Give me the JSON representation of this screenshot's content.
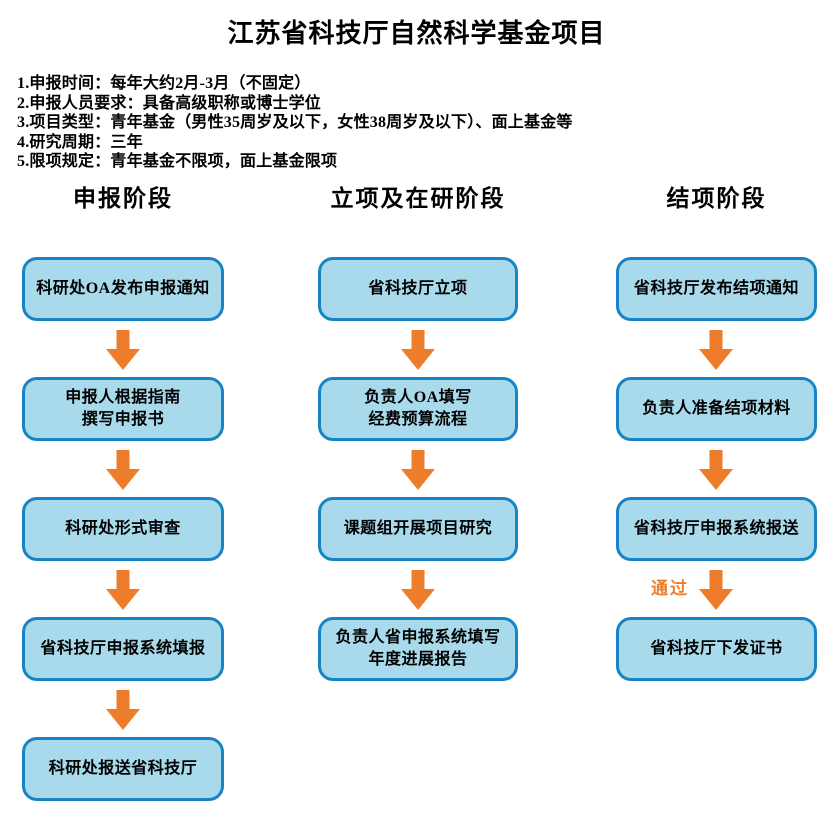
{
  "title": "江苏省科技厅自然科学基金项目",
  "notes": [
    "1.申报时间：每年大约2月-3月（不固定）",
    "2.申报人员要求：具备高级职称或博士学位",
    "3.项目类型：青年基金（男性35周岁及以下，女性38周岁及以下）、面上基金等",
    "4.研究周期：三年",
    "5.限项规定：青年基金不限项，面上基金限项"
  ],
  "columns": [
    {
      "header": "申报阶段",
      "steps": [
        "科研处OA发布申报通知",
        "申报人根据指南\n撰写申报书",
        "科研处形式审查",
        "省科技厅申报系统填报",
        "科研处报送省科技厅"
      ]
    },
    {
      "header": "立项及在研阶段",
      "steps": [
        "省科技厅立项",
        "负责人OA填写\n经费预算流程",
        "课题组开展项目研究",
        "负责人省申报系统填写\n年度进展报告"
      ]
    },
    {
      "header": "结项阶段",
      "steps": [
        "省科技厅发布结项通知",
        "负责人准备结项材料",
        "省科技厅申报系统报送",
        "省科技厅下发证书"
      ],
      "pass_label": "通过"
    }
  ],
  "colors": {
    "box_fill": "#A9DAEC",
    "box_border": "#1884C6",
    "arrow": "#EE7D2B",
    "pass_label": "#EE7D2B",
    "text": "#000000",
    "background": "#FFFFFF"
  }
}
